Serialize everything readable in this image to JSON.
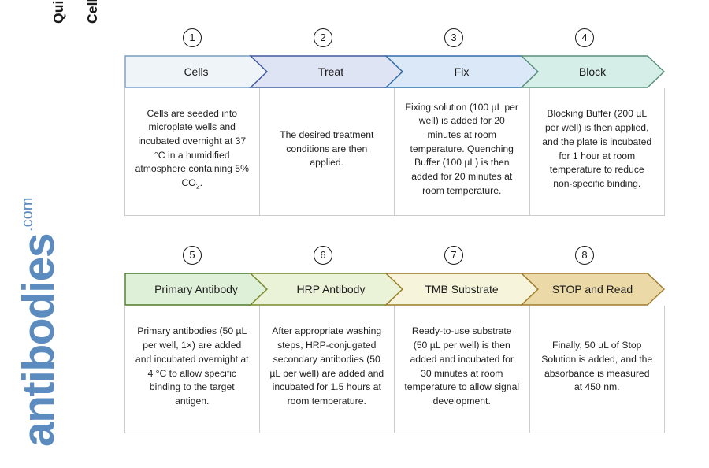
{
  "page": {
    "title_line_1": "Cell Based ELISA Kits",
    "title_line_2": "Quick Protocol",
    "background": "#ffffff"
  },
  "logo": {
    "word": "antibodies",
    "tld": ".com",
    "color": "#5b8bbf"
  },
  "flow": {
    "rows": [
      {
        "row_id": "row-1",
        "steps": [
          {
            "number": "1",
            "label": "Cells",
            "fill": "#eff4f9",
            "stroke": "#7a9bbf",
            "body": "Cells are seeded into microplate wells and incubated overnight at 37 °C in a humidified atmosphere containing 5% CO₂."
          },
          {
            "number": "2",
            "label": "Treat",
            "fill": "#dfe4f5",
            "stroke": "#3f5a9c",
            "body": "The desired treatment conditions are then applied."
          },
          {
            "number": "3",
            "label": "Fix",
            "fill": "#dbe8f7",
            "stroke": "#2f6aa8",
            "body": "Fixing solution (100 µL per well) is added for 20 minutes at room temperature. Quenching Buffer (100 µL) is then added for 20 minutes at room temperature."
          },
          {
            "number": "4",
            "label": "Block",
            "fill": "#d5eee7",
            "stroke": "#5a8f7a",
            "body": "Blocking Buffer (200 µL per well) is then applied, and the plate is incubated for 1 hour at room temperature to reduce non-specific binding."
          }
        ]
      },
      {
        "row_id": "row-2",
        "steps": [
          {
            "number": "5",
            "label": "Primary Antibody",
            "fill": "#dff0d8",
            "stroke": "#4b7a28",
            "body": "Primary antibodies (50 µL per well, 1×) are added and incubated overnight at 4 °C to allow specific binding to the target antigen."
          },
          {
            "number": "6",
            "label": "HRP Antibody",
            "fill": "#eaf3d8",
            "stroke": "#7a8a2a",
            "body": "After appropriate washing steps, HRP-conjugated secondary antibodies (50 µL per well) are added and incubated for 1.5 hours at room temperature."
          },
          {
            "number": "7",
            "label": "TMB Substrate",
            "fill": "#f7f4dc",
            "stroke": "#9a7b24",
            "body": "Ready-to-use substrate (50 µL per well) is then added and incubated for 30 minutes at room temperature to allow signal development."
          },
          {
            "number": "8",
            "label": "STOP and Read",
            "fill": "#ecd9a8",
            "stroke": "#a07c2c",
            "body": "Finally, 50 µL of Stop Solution is added, and the absorbance is measured at 450 nm."
          }
        ]
      }
    ]
  }
}
